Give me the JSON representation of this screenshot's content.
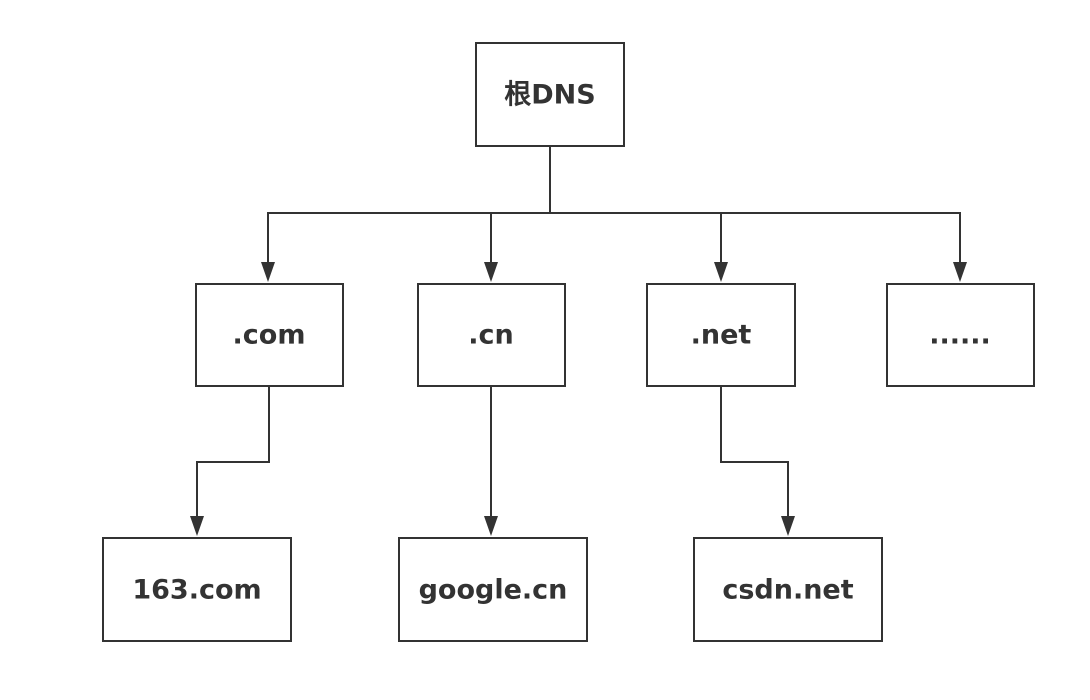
{
  "nodes": {
    "root": "根DNS",
    "com": ".com",
    "cn": ".cn",
    "net": ".net",
    "more": "......",
    "com_163": "163.com",
    "google_cn": "google.cn",
    "csdn_net": "csdn.net"
  },
  "edges": [
    {
      "from": "root",
      "to": "com"
    },
    {
      "from": "root",
      "to": "cn"
    },
    {
      "from": "root",
      "to": "net"
    },
    {
      "from": "root",
      "to": "more"
    },
    {
      "from": "com",
      "to": "com_163"
    },
    {
      "from": "cn",
      "to": "google_cn"
    },
    {
      "from": "net",
      "to": "csdn_net"
    }
  ],
  "colors": {
    "stroke": "#333333",
    "text": "#333333",
    "background": "#ffffff"
  }
}
